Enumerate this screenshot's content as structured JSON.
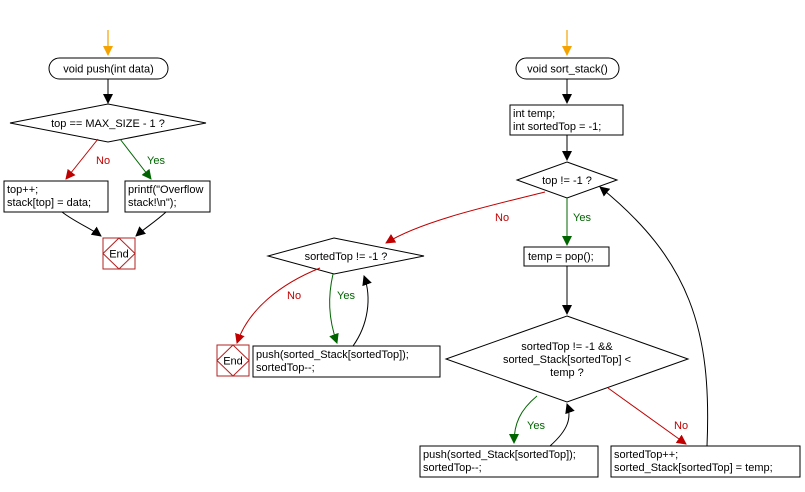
{
  "colors": {
    "yes_edge": "#006400",
    "no_edge": "#c00000",
    "start_arrow": "#f5a300",
    "end_box": "#b22222"
  },
  "push": {
    "start": "void push(int data)",
    "condition": "top == MAX_SIZE - 1 ?",
    "no_label": "No",
    "yes_label": "Yes",
    "no_action": [
      "top++;",
      "stack[top] = data;"
    ],
    "yes_action": [
      "printf(\"Overflow",
      "stack!\\n\");"
    ],
    "end": "End"
  },
  "sort": {
    "start": "void sort_stack()",
    "declarations": [
      "int temp;",
      "int sortedTop = -1;"
    ],
    "loop_condition": "top != -1 ?",
    "loop_yes_label": "Yes",
    "loop_no_label": "No",
    "pop_step": "temp = pop();",
    "inner_condition": [
      "sortedTop != -1 &&",
      "sorted_Stack[sortedTop] <",
      "temp ?"
    ],
    "inner_yes_label": "Yes",
    "inner_no_label": "No",
    "inner_yes_action": [
      "push(sorted_Stack[sortedTop]);",
      "sortedTop--;"
    ],
    "inner_no_action": [
      "sortedTop++;",
      "sorted_Stack[sortedTop] = temp;"
    ],
    "final_condition": "sortedTop != -1 ?",
    "final_yes_label": "Yes",
    "final_no_label": "No",
    "final_yes_action": [
      "push(sorted_Stack[sortedTop]);",
      "sortedTop--;"
    ],
    "end": "End"
  }
}
